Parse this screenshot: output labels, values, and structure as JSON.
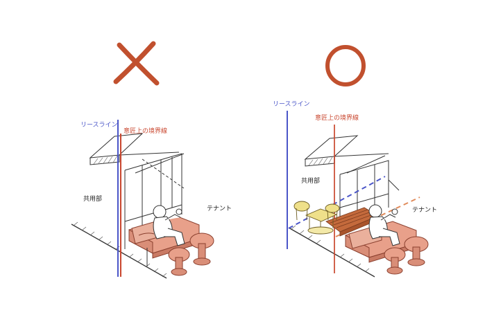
{
  "panels": {
    "bad": {
      "mark": "✕",
      "lease_line": "リースライン",
      "design_boundary": "意匠上の境界線",
      "common_area": "共用部",
      "tenant": "テナント"
    },
    "good": {
      "mark": "○",
      "lease_line": "リースライン",
      "design_boundary": "意匠上の境界線",
      "common_area": "共用部",
      "tenant": "テナント"
    }
  },
  "colors": {
    "mark": "#c1502e",
    "lease_line": "#4a55c8",
    "design_boundary": "#c9472f",
    "furniture_fill": "#e8a08a",
    "furniture_stroke": "#8a3f2e",
    "table_yellow": "#efe08a",
    "wood": "#c46a3c",
    "ink": "#333333"
  },
  "icons": {
    "bad_mark": "cross-icon",
    "good_mark": "circle-icon"
  }
}
